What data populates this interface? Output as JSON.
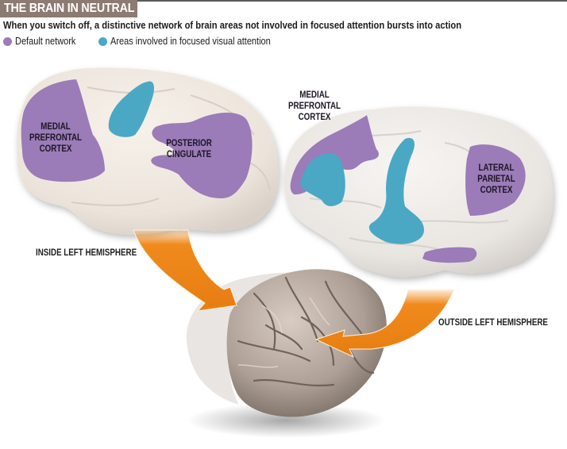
{
  "header": {
    "title": "THE BRAIN IN NEUTRAL",
    "subtitle": "When you switch off, a distinctive network of brain areas not involved in focused attention bursts into action"
  },
  "legend": [
    {
      "label": "Default network",
      "color": "#9b7bb8",
      "icon": "purple-dot-icon"
    },
    {
      "label": "Areas involved in focused visual attention",
      "color": "#4aa8c4",
      "icon": "blue-dot-icon"
    }
  ],
  "colors": {
    "title_bg": "#8c7b72",
    "default_network": "#9b7bb8",
    "visual_attention": "#4aa8c4",
    "arrow": "#f08a1c",
    "brain_white": "#efe8e0",
    "brain_real": "#b3a59c"
  },
  "panels": {
    "inside": {
      "caption": "INSIDE LEFT HEMISPHERE",
      "labels": {
        "medial_prefrontal": [
          "MEDIAL",
          "PREFRONTAL",
          "CORTEX"
        ],
        "posterior_cingulate": [
          "POSTERIOR",
          "CINGULATE"
        ]
      }
    },
    "outside": {
      "caption": "OUTSIDE LEFT HEMISPHERE",
      "labels": {
        "medial_prefrontal": [
          "MEDIAL",
          "PREFRONTAL",
          "CORTEX"
        ],
        "lateral_parietal": [
          "LATERAL",
          "PARIETAL",
          "CORTEX"
        ]
      }
    }
  }
}
